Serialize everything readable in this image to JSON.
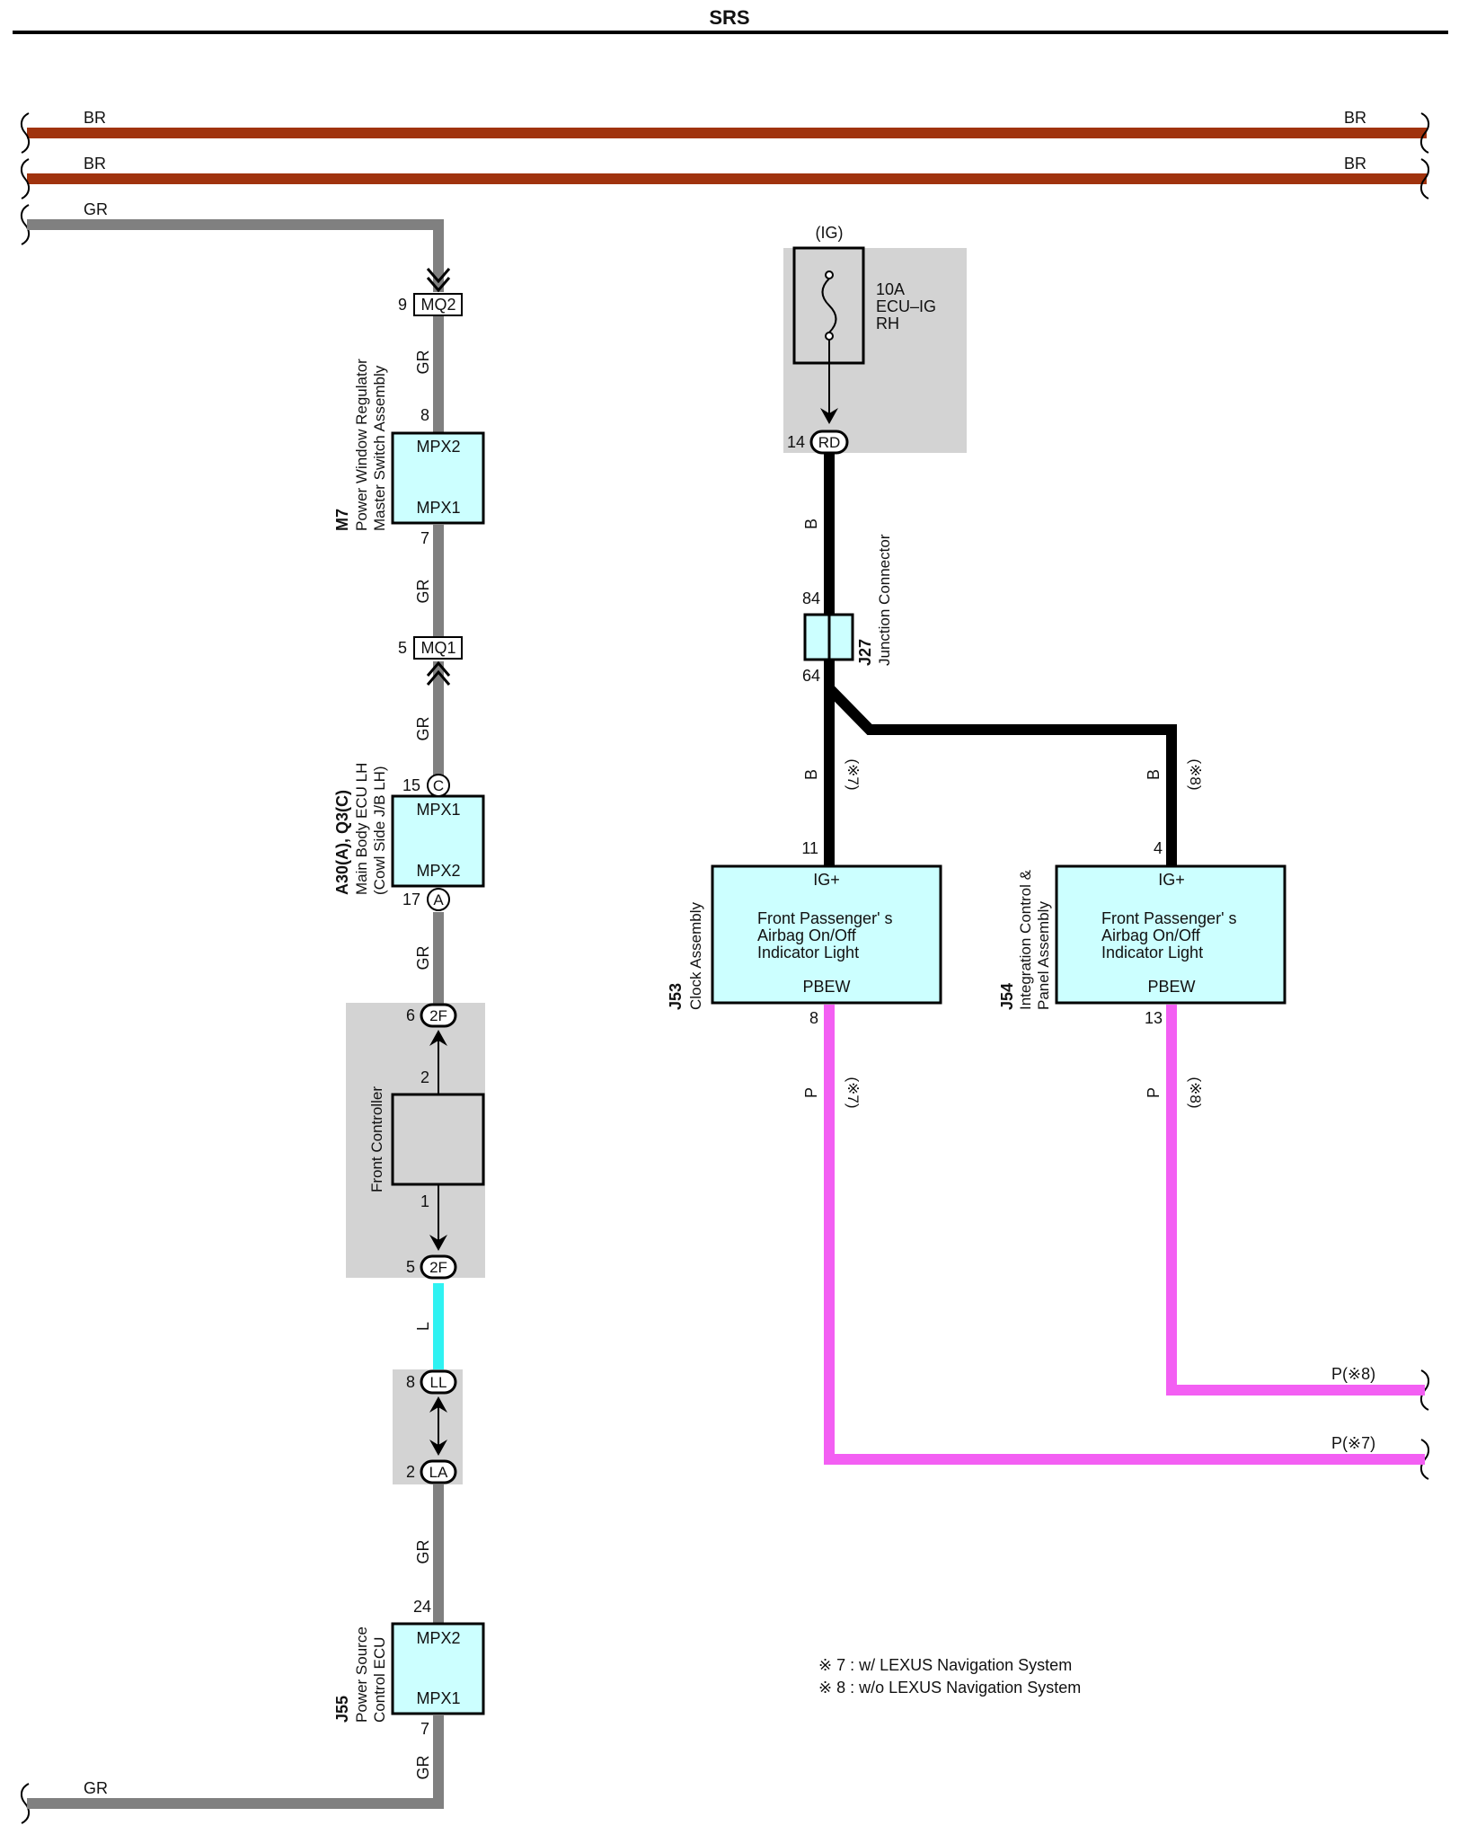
{
  "title": "SRS",
  "colors": {
    "BR": "#a0330e",
    "GR": "#808080",
    "B": "#000000",
    "P": "#f35ff3",
    "L": "#2ff2f2",
    "component_fill": "#ccffff",
    "shade": "#d3d3d3"
  },
  "wires": {
    "br_top": "BR",
    "br_bottom": "BR",
    "gr_top": "GR",
    "gr_bottom": "GR",
    "p7": "P(※7)",
    "p8": "P(※8)"
  },
  "fuse": {
    "supply": "(IG)",
    "rating": "10A",
    "name": "ECU–IG",
    "side": "RH",
    "pin": "14",
    "connector": "RD"
  },
  "junction": {
    "id": "J27",
    "name": "Junction Connector",
    "pin_top": "84",
    "pin_bottom": "64",
    "wire_top": "B",
    "wire_left": "B",
    "wire_right": "B",
    "note_left": "(※7)",
    "note_right": "(※8)"
  },
  "clock": {
    "id": "J53",
    "name": "Clock Assembly",
    "top_pin": "11",
    "top_label": "IG+",
    "line1": "Front Passenger' s",
    "line2": "Airbag On/Off",
    "line3": "Indicator Light",
    "bottom_label": "PBEW",
    "bottom_pin": "8",
    "out_wire": "P",
    "out_note": "(※7)"
  },
  "panel": {
    "id": "J54",
    "name1": "Integration Control &",
    "name2": "Panel Assembly",
    "top_pin": "4",
    "top_label": "IG+",
    "line1": "Front Passenger' s",
    "line2": "Airbag On/Off",
    "line3": "Indicator Light",
    "bottom_label": "PBEW",
    "bottom_pin": "13",
    "out_wire": "P",
    "out_note": "(※8)"
  },
  "mq2": {
    "pin": "9",
    "name": "MQ2"
  },
  "mq1": {
    "pin": "5",
    "name": "MQ1"
  },
  "m7": {
    "id": "M7",
    "name1": "Power Window Regulator",
    "name2": "Master Switch Assembly",
    "top_pin": "8",
    "top_label": "MPX2",
    "bottom_label": "MPX1",
    "bottom_pin": "7"
  },
  "a30": {
    "id": "A30(A), Q3(C)",
    "name1": "Main Body ECU LH",
    "name2": "(Cowl Side J/B LH)",
    "top_pin": "15",
    "top_conn": "C",
    "top_label": "MPX1",
    "bottom_label": "MPX2",
    "bottom_pin": "17",
    "bottom_conn": "A"
  },
  "front_controller": {
    "name": "Front Controller",
    "pin_top_outer": "6",
    "conn_top": "2F",
    "pin_top_inner": "2",
    "pin_bottom_inner": "1",
    "pin_bottom_outer": "5",
    "conn_bottom": "2F"
  },
  "ll_la": {
    "pin_top": "8",
    "conn_top": "LL",
    "pin_bottom": "2",
    "conn_bottom": "LA"
  },
  "j55": {
    "id": "J55",
    "name1": "Power Source",
    "name2": "Control ECU",
    "top_pin": "24",
    "top_label": "MPX2",
    "bottom_label": "MPX1",
    "bottom_pin": "7"
  },
  "gr_segments": [
    "GR",
    "GR",
    "GR",
    "GR",
    "GR",
    "GR"
  ],
  "l_wire": "L",
  "notes": [
    "※ 7 : w/ LEXUS Navigation System",
    "※ 8 : w/o LEXUS Navigation System"
  ]
}
